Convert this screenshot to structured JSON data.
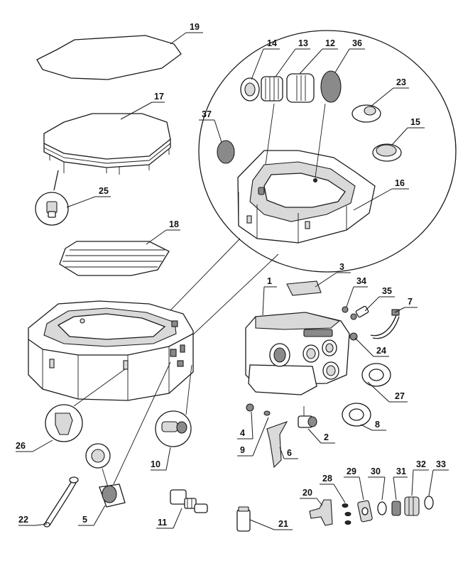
{
  "diagram": {
    "callouts": [
      {
        "id": "c19",
        "label": "19"
      },
      {
        "id": "c17",
        "label": "17"
      },
      {
        "id": "c25",
        "label": "25"
      },
      {
        "id": "c18",
        "label": "18"
      },
      {
        "id": "c14",
        "label": "14"
      },
      {
        "id": "c13",
        "label": "13"
      },
      {
        "id": "c12",
        "label": "12"
      },
      {
        "id": "c36",
        "label": "36"
      },
      {
        "id": "c23",
        "label": "23"
      },
      {
        "id": "c15",
        "label": "15"
      },
      {
        "id": "c37",
        "label": "37"
      },
      {
        "id": "c16",
        "label": "16"
      },
      {
        "id": "c1",
        "label": "1"
      },
      {
        "id": "c3",
        "label": "3"
      },
      {
        "id": "c34",
        "label": "34"
      },
      {
        "id": "c35",
        "label": "35"
      },
      {
        "id": "c7",
        "label": "7"
      },
      {
        "id": "c24",
        "label": "24"
      },
      {
        "id": "c27",
        "label": "27"
      },
      {
        "id": "c8",
        "label": "8"
      },
      {
        "id": "c4",
        "label": "4"
      },
      {
        "id": "c9",
        "label": "9"
      },
      {
        "id": "c2",
        "label": "2"
      },
      {
        "id": "c6",
        "label": "6"
      },
      {
        "id": "c26",
        "label": "26"
      },
      {
        "id": "c10",
        "label": "10"
      },
      {
        "id": "c22",
        "label": "22"
      },
      {
        "id": "c5",
        "label": "5"
      },
      {
        "id": "c11",
        "label": "11"
      },
      {
        "id": "c21",
        "label": "21"
      },
      {
        "id": "c20",
        "label": "20"
      },
      {
        "id": "c28",
        "label": "28"
      },
      {
        "id": "c29",
        "label": "29"
      },
      {
        "id": "c30",
        "label": "30"
      },
      {
        "id": "c31",
        "label": "31"
      },
      {
        "id": "c32",
        "label": "32"
      },
      {
        "id": "c33",
        "label": "33"
      }
    ]
  }
}
